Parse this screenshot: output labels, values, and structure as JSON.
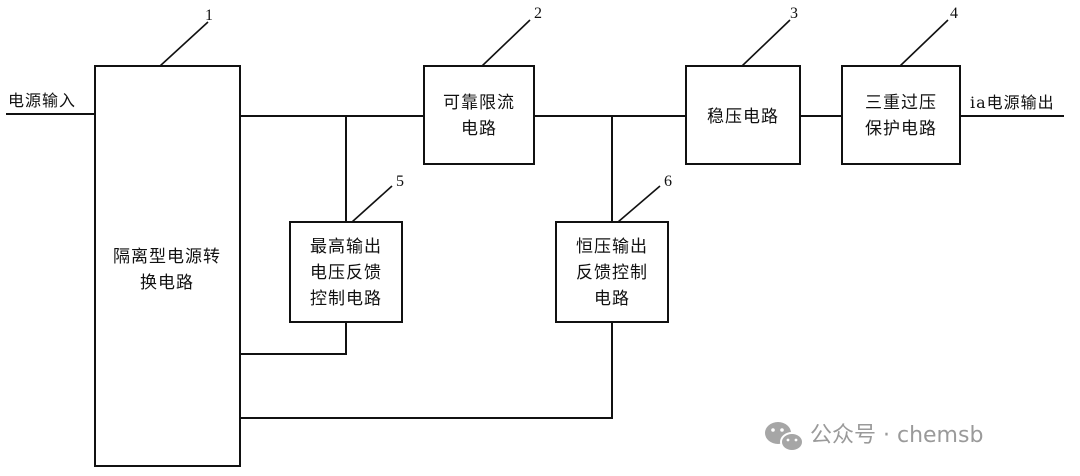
{
  "diagram": {
    "input_label": "电源输入",
    "output_label": "ia电源输出",
    "blocks": [
      {
        "id": "b1",
        "number": "1",
        "lines": [
          "隔离型电源转",
          "换电路"
        ]
      },
      {
        "id": "b2",
        "number": "2",
        "lines": [
          "可靠限流",
          "电路"
        ]
      },
      {
        "id": "b3",
        "number": "3",
        "lines": [
          "稳压电路"
        ]
      },
      {
        "id": "b4",
        "number": "4",
        "lines": [
          "三重过压",
          "保护电路"
        ]
      },
      {
        "id": "b5",
        "number": "5",
        "lines": [
          "最高输出",
          "电压反馈",
          "控制电路"
        ]
      },
      {
        "id": "b6",
        "number": "6",
        "lines": [
          "恒压输出",
          "反馈控制",
          "电路"
        ]
      }
    ]
  },
  "watermark": {
    "icon": "wechat-icon",
    "text": "公众号 · chemsb"
  }
}
